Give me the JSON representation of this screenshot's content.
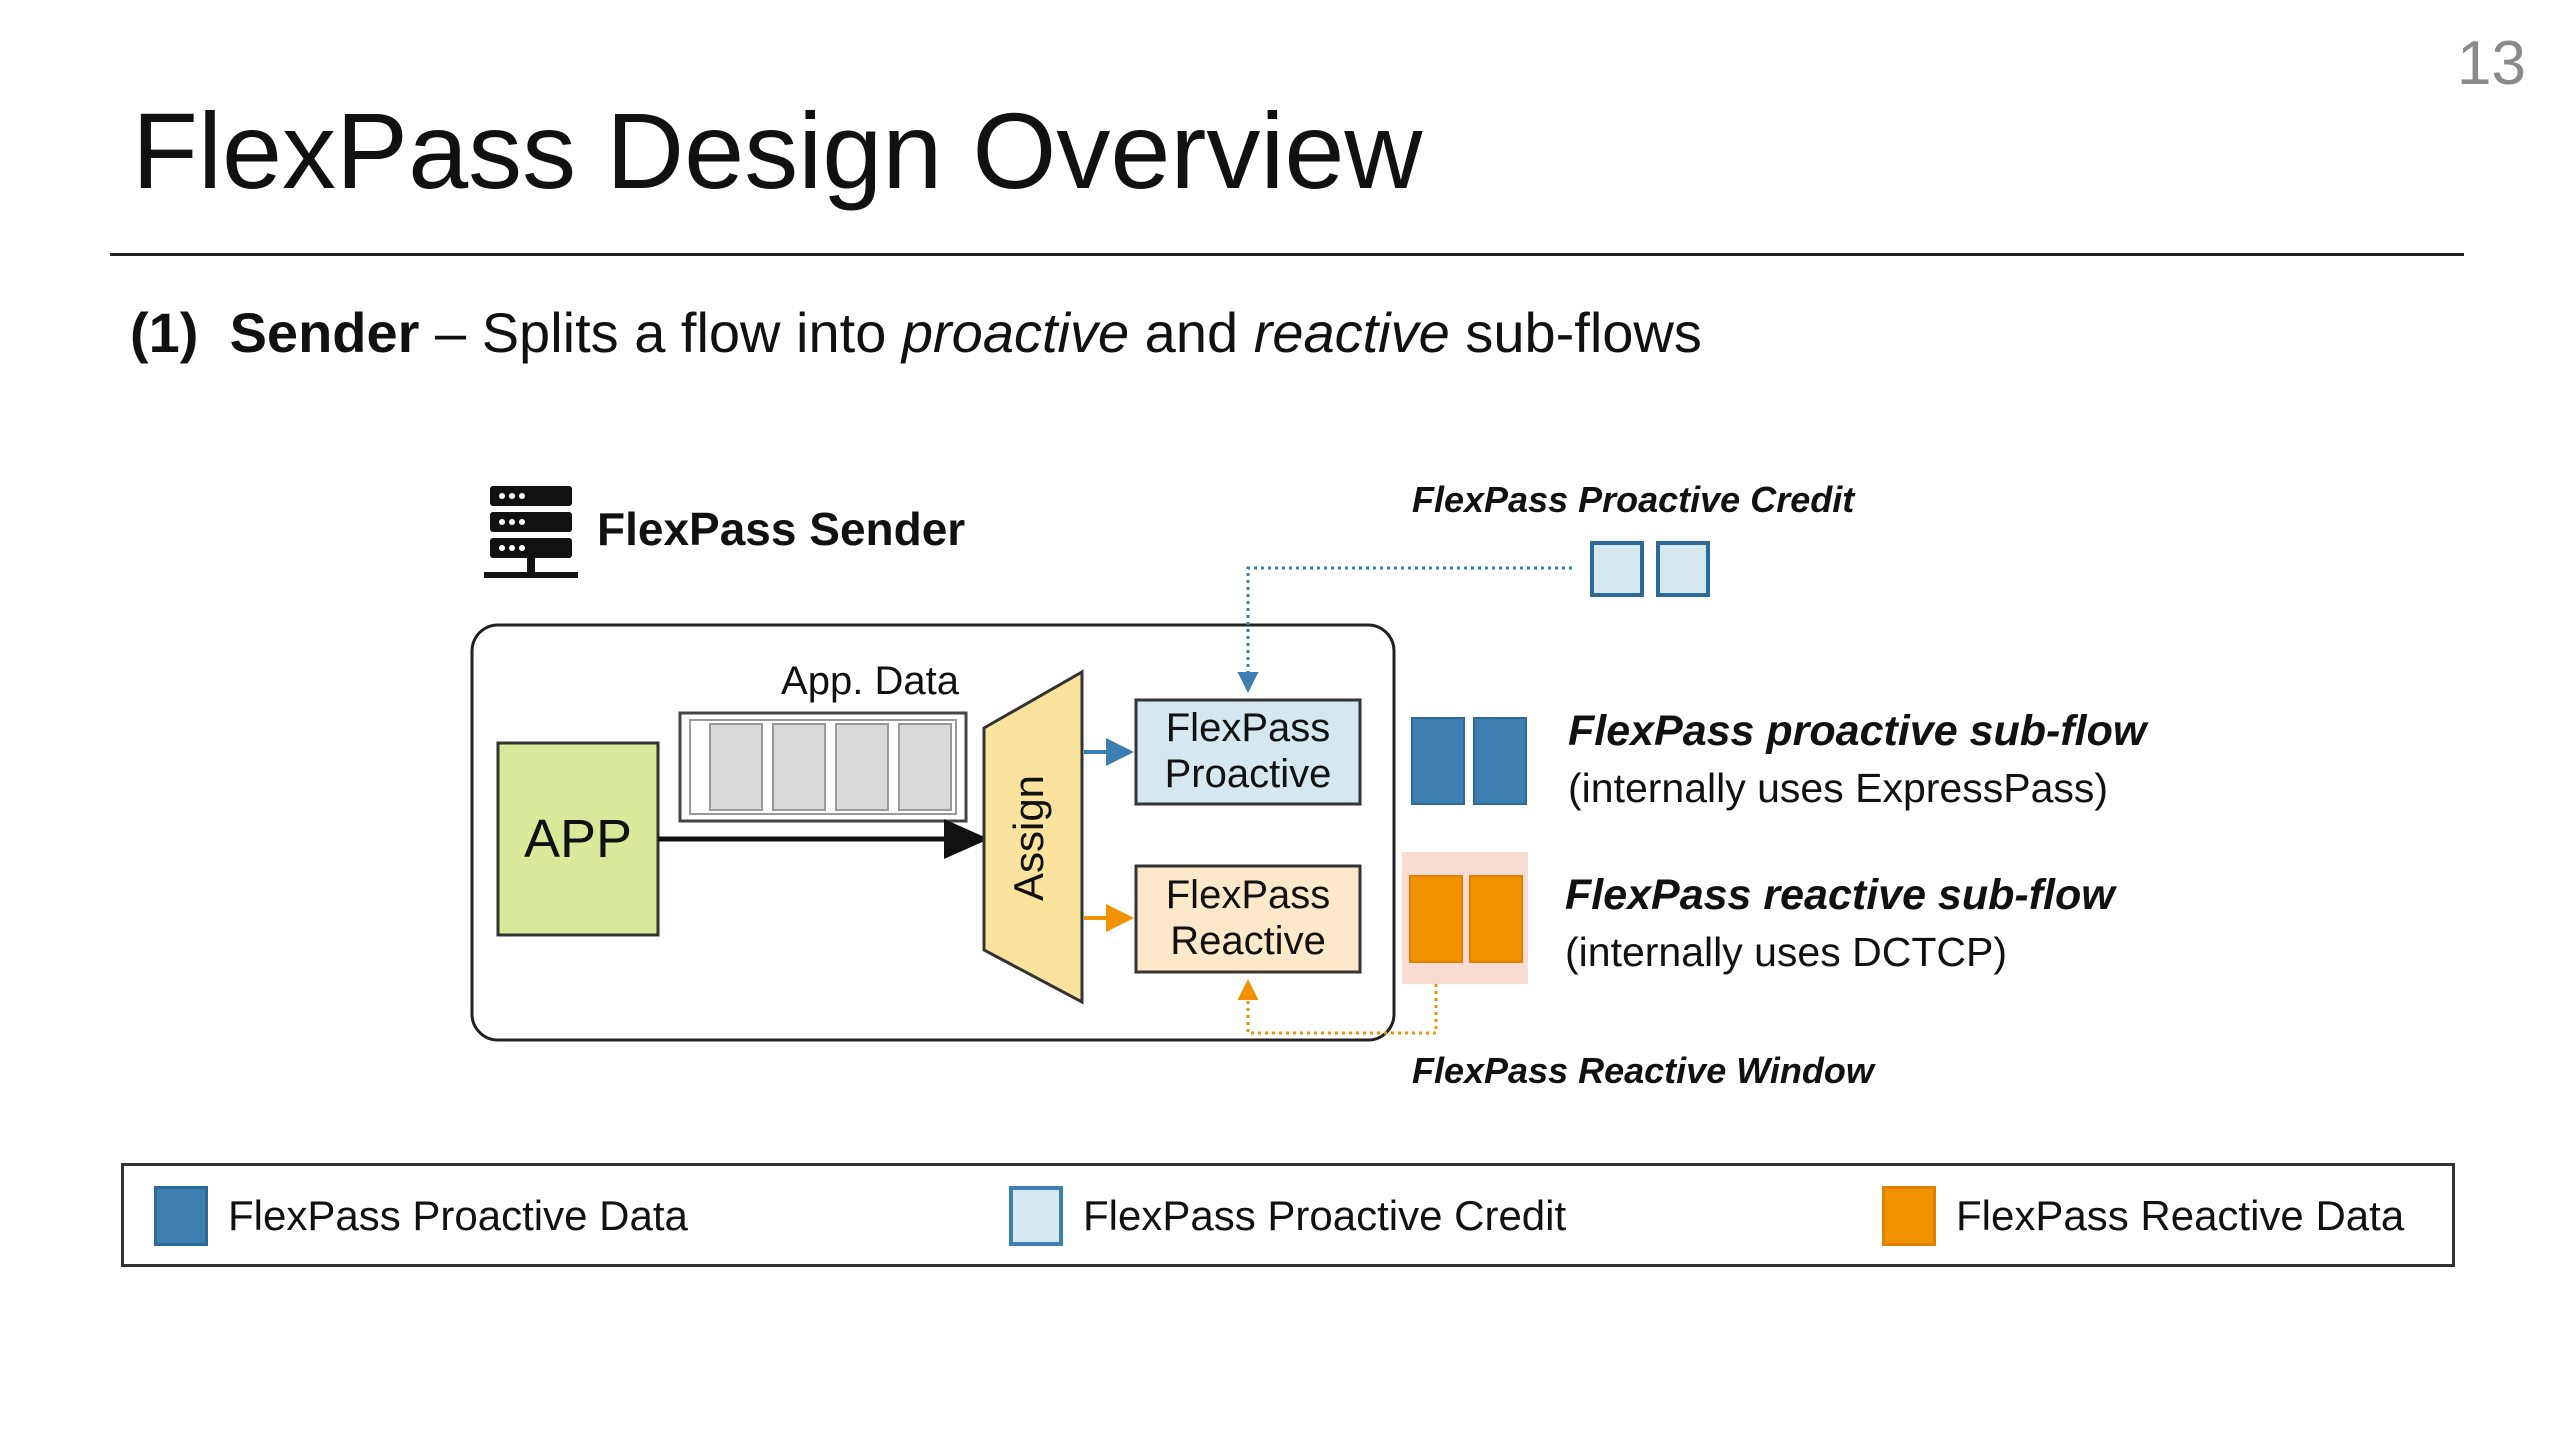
{
  "slide": {
    "number": "13",
    "title": "FlexPass Design Overview",
    "subtitle": {
      "prefix": "(1)",
      "bold": "Sender",
      "dash": " – Splits a flow into ",
      "italic1": "proactive",
      "mid": " and ",
      "italic2": "reactive",
      "suffix": " sub-flows"
    }
  },
  "diagram": {
    "sender_title": "FlexPass Sender",
    "app_label": "APP",
    "app_data_label": "App. Data",
    "assign_label": "Assign",
    "proactive_box": [
      "FlexPass",
      "Proactive"
    ],
    "reactive_box": [
      "FlexPass",
      "Reactive"
    ],
    "proactive_credit_label": "FlexPass Proactive Credit",
    "reactive_window_label": "FlexPass Reactive Window",
    "proactive_subflow": {
      "title": "FlexPass proactive sub-flow",
      "note": "(internally uses ExpressPass)"
    },
    "reactive_subflow": {
      "title": "FlexPass reactive sub-flow",
      "note": "(internally uses DCTCP)"
    }
  },
  "legend": [
    {
      "label": "FlexPass Proactive Data",
      "fill": "#3d7fb0",
      "stroke": "#2d6a98"
    },
    {
      "label": "FlexPass Proactive Credit",
      "fill": "#d5e8f0",
      "stroke": "#3d7fb0"
    },
    {
      "label": "FlexPass Reactive Data",
      "fill": "#f39200",
      "stroke": "#e08000"
    }
  ],
  "colors": {
    "app_fill": "#d8e99a",
    "assign_fill": "#fbe29d",
    "proactive_fill": "#d5e8f0",
    "reactive_fill": "#fde9c9",
    "proactive_blue": "#3d7fb0",
    "reactive_orange": "#f39200"
  }
}
